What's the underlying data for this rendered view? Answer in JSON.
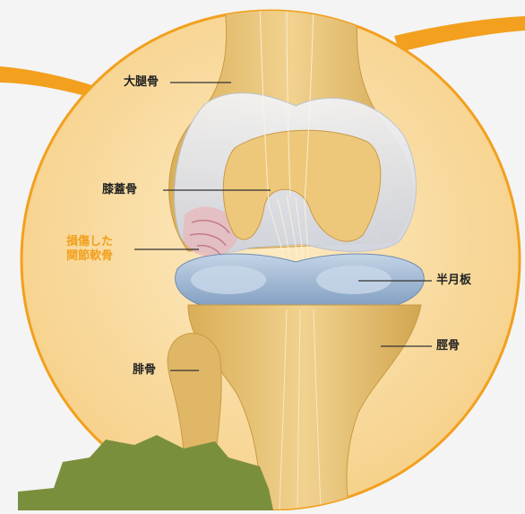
{
  "labels": {
    "femur": "大腿骨",
    "patella": "膝蓋骨",
    "damaged_cartilage_line1": "損傷した",
    "damaged_cartilage_line2": "関節軟骨",
    "meniscus": "半月板",
    "tibia": "脛骨",
    "fibula": "腓骨"
  },
  "colors": {
    "accent": "#f2a01e",
    "circle_fill": "#f9d89c",
    "bone": "#e7c474",
    "cartilage": "#dfe4ef",
    "meniscus": "#a8bfd8",
    "grass": "#7a8f3c",
    "label_text": "#222222"
  },
  "icons": [
    "knee-joint-illustration",
    "grass-shape"
  ]
}
